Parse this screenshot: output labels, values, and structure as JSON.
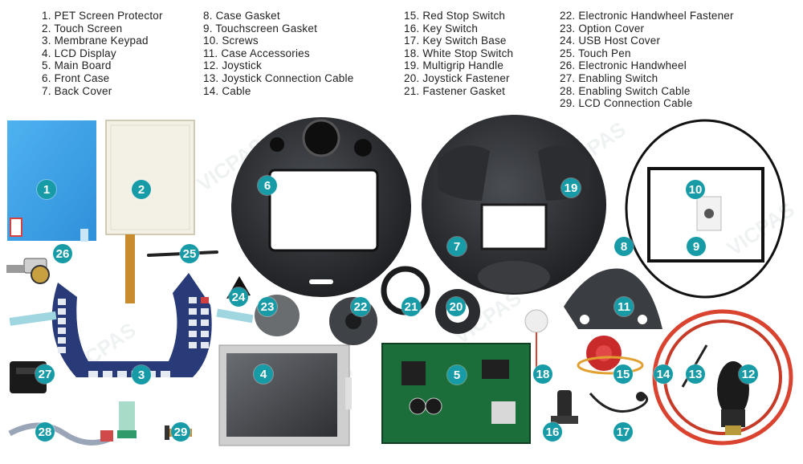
{
  "parts_legend": {
    "col1": [
      "1. PET Screen Protector",
      "2. Touch Screen",
      "3. Membrane Keypad",
      "4. LCD Display",
      "5. Main Board",
      "6. Front Case",
      "7. Back Cover"
    ],
    "col2": [
      "8. Case Gasket",
      "9. Touchscreen Gasket",
      "10. Screws",
      "11. Case Accessories",
      "12. Joystick",
      "13. Joystick Connection Cable",
      "14. Cable"
    ],
    "col3": [
      "15. Red Stop Switch",
      "16. Key Switch",
      "17. Key Switch Base",
      "18. White Stop Switch",
      "19. Multigrip Handle",
      "20. Joystick Fastener",
      "21. Fastener Gasket"
    ],
    "col4": [
      "22. Electronic Handwheel Fastener",
      "23. Option Cover",
      "24. USB Host Cover",
      "25. Touch Pen",
      "26. Electronic Handwheel",
      "27. Enabling Switch",
      "28. Enabling Switch Cable",
      "29. LCD Connection Cable"
    ]
  },
  "badges": [
    "1",
    "2",
    "3",
    "4",
    "5",
    "6",
    "7",
    "8",
    "9",
    "10",
    "11",
    "12",
    "13",
    "14",
    "15",
    "16",
    "17",
    "18",
    "19",
    "20",
    "21",
    "22",
    "23",
    "24",
    "25",
    "26",
    "27",
    "28",
    "29"
  ],
  "watermark": "VICPAS",
  "colors": {
    "badge": "#179ba7",
    "text": "#1f1f1f",
    "blue_film": "#2f9fe6",
    "cable_red": "#d9432f"
  }
}
